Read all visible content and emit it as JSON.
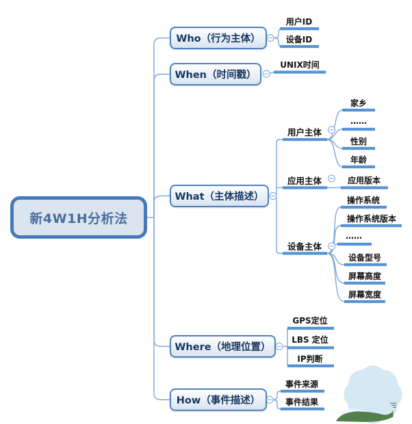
{
  "root": {
    "label": "新4W1H分析法"
  },
  "branches": [
    {
      "label": "Who（行为主体）",
      "children": [
        "用户ID",
        "设备ID"
      ]
    },
    {
      "label": "When（时间戳）",
      "children": [
        "UNIX时间"
      ]
    },
    {
      "label": "What（主体描述）",
      "subtopics": [
        {
          "label": "用户主体",
          "children": [
            "家乡",
            "……",
            "性别",
            "年龄"
          ]
        },
        {
          "label": "应用主体",
          "children": [
            "应用版本"
          ]
        },
        {
          "label": "设备主体",
          "children": [
            "操作系统",
            "操作系统版本",
            "……",
            "设备型号",
            "屏幕高度",
            "屏幕宽度"
          ]
        }
      ]
    },
    {
      "label": "Where（地理位置）",
      "children": [
        "GPS定位",
        "LBS 定位",
        "IP判断"
      ]
    },
    {
      "label": "How（事件描述）",
      "children": [
        "事件来源",
        "事件结果"
      ]
    }
  ],
  "icons": {
    "collapse": "minus-circle",
    "watermark": "star-splash-with-hill"
  },
  "colors": {
    "connector_line": "#7da7d8",
    "underline_bar": "#5693d3",
    "topic_border": "#4f81bd",
    "topic_text": "#17375e",
    "root_border": "#4679b8",
    "root_fill": "#dbe5f0",
    "root_text": "#4a6d9e",
    "leaf_text": "#111111",
    "watermark_star": "#d5e9f4",
    "watermark_hill": "#53804d"
  }
}
